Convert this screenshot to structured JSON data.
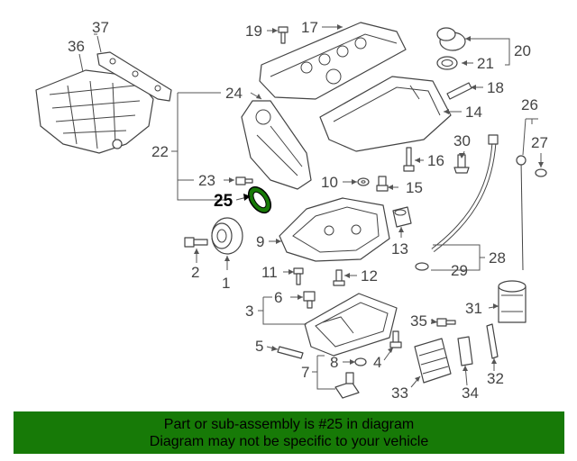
{
  "diagram": {
    "callouts": {
      "n1": "1",
      "n2": "2",
      "n3": "3",
      "n4": "4",
      "n5": "5",
      "n6": "6",
      "n7": "7",
      "n8": "8",
      "n9": "9",
      "n10": "10",
      "n11": "11",
      "n12": "12",
      "n13": "13",
      "n14": "14",
      "n15": "15",
      "n16": "16",
      "n17": "17",
      "n18": "18",
      "n19": "19",
      "n20": "20",
      "n21": "21",
      "n22": "22",
      "n23": "23",
      "n24": "24",
      "n25": "25",
      "n26": "26",
      "n27": "27",
      "n28": "28",
      "n29": "29",
      "n30": "30",
      "n31": "31",
      "n32": "32",
      "n33": "33",
      "n34": "34",
      "n35": "35",
      "n36": "36",
      "n37": "37"
    },
    "highlight_color": "#177a07"
  },
  "caption": {
    "line1": "Part or sub-assembly is #25 in diagram",
    "line2": "Diagram may not be specific to your vehicle",
    "background": "#177a07"
  }
}
